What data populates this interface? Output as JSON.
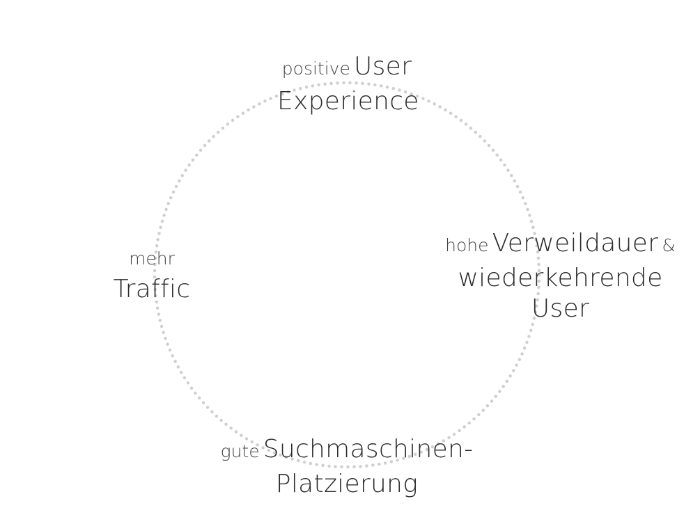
{
  "diagram": {
    "ring_color": "#cfcfcf",
    "text_color": "#2b2b2b",
    "nodes": {
      "top": {
        "prefix": "positive",
        "line1": "User",
        "line2": "Experience"
      },
      "right": {
        "prefix": "hohe",
        "line1": "Verweildauer",
        "suffix": "&",
        "line2": "wiederkehrende",
        "line3": "User"
      },
      "bottom": {
        "prefix": "gute",
        "line1": "Suchmaschinen-",
        "line2": "Platzierung"
      },
      "left": {
        "prefix": "mehr",
        "line1": "Traffic"
      }
    }
  }
}
